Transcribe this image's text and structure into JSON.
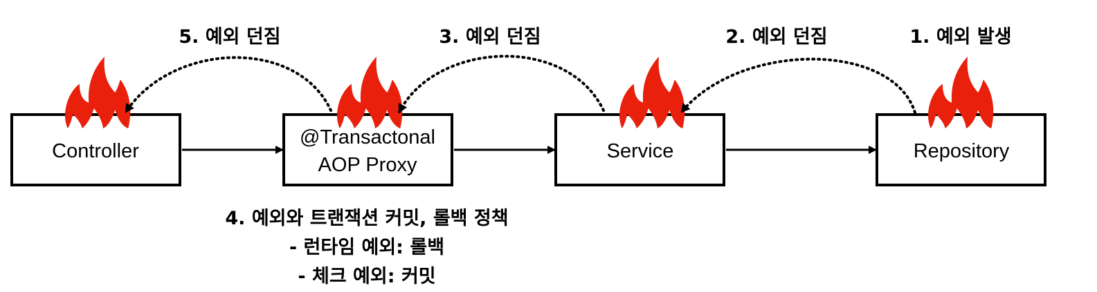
{
  "boxes": {
    "controller": "Controller",
    "proxy_line1": "@Transactonal",
    "proxy_line2": "AOP Proxy",
    "service": "Service",
    "repository": "Repository"
  },
  "steps": {
    "step1": "1. 예외 발생",
    "step2": "2. 예외 던짐",
    "step3": "3. 예외 던짐",
    "step5": "5. 예외 던짐"
  },
  "policy": {
    "title": "4. 예외와 트랜잭션 커밋, 롤백 정책",
    "runtime": "- 런타임 예외: 롤백",
    "checked": "- 체크 예외: 커밋"
  },
  "colors": {
    "flame": "#e8200c",
    "stroke": "#000000"
  }
}
